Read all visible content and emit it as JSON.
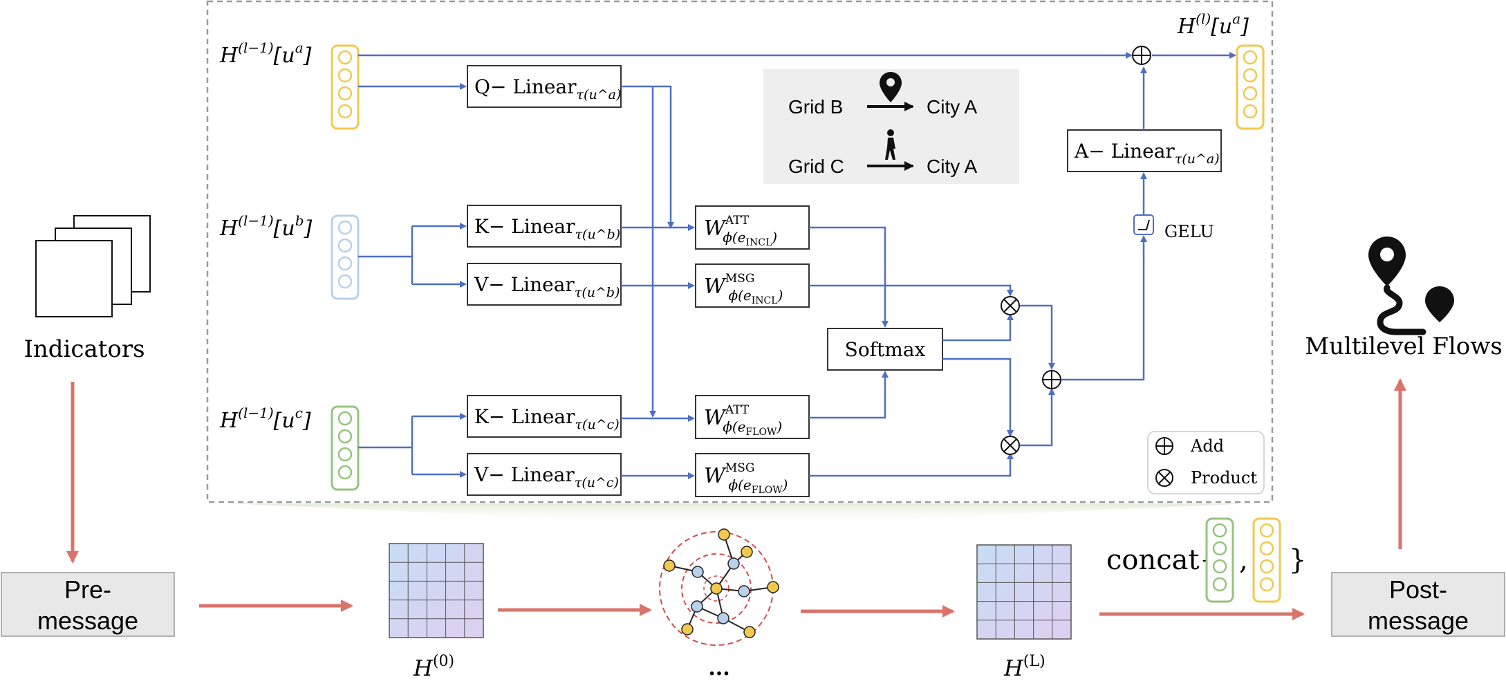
{
  "inputs": [
    {
      "label": "H^(l−1)[u^a]",
      "color": "#f2c94c"
    },
    {
      "label": "H^(l−1)[u^b]",
      "color": "#b8d0ea"
    },
    {
      "label": "H^(l−1)[u^c]",
      "color": "#93c47d"
    }
  ],
  "output_label": "H^(l)[u^a]",
  "linear": {
    "q": "Q− Linear",
    "q_sub": "τ(u^a)",
    "kb": "K− Linear",
    "kb_sub": "τ(u^b)",
    "vb": "V− Linear",
    "vb_sub": "τ(u^b)",
    "kc": "K− Linear",
    "kc_sub": "τ(u^c)",
    "vc": "V− Linear",
    "vc_sub": "τ(u^c)",
    "a": "A− Linear",
    "a_sub": "τ(u^a)"
  },
  "weights": {
    "att_incl": {
      "sup": "ATT",
      "sub": "ϕ(e",
      "sub2": "INCL",
      "close": ")"
    },
    "msg_incl": {
      "sup": "MSG",
      "sub": "ϕ(e",
      "sub2": "INCL",
      "close": ")"
    },
    "att_flow": {
      "sup": "ATT",
      "sub": "ϕ(e",
      "sub2": "FLOW",
      "close": ")"
    },
    "msg_flow": {
      "sup": "MSG",
      "sub": "ϕ(e",
      "sub2": "FLOW",
      "close": ")"
    }
  },
  "softmax": "Softmax",
  "gelu": "GELU",
  "legend_box": {
    "row1_from": "Grid B",
    "row1_to": "City A",
    "row2_from": "Grid C",
    "row2_to": "City A"
  },
  "ops_legend": {
    "add": "Add",
    "product": "Product"
  },
  "indicators": "Indicators",
  "multilevel_flows": "Multilevel Flows",
  "pre_message": [
    "Pre-",
    "message"
  ],
  "post_message": [
    "Post-",
    "message"
  ],
  "h0": "H^(0)",
  "hL": "H^(L)",
  "ellipsis": "...",
  "concat": {
    "prefix": "concat{",
    "comma": ",",
    "suffix": "}"
  },
  "colors": {
    "flow": "#4f6fc4",
    "red_arrow": "#d9746b",
    "grid": "#c7d3f0",
    "gray_box": "#e8e8e8"
  }
}
